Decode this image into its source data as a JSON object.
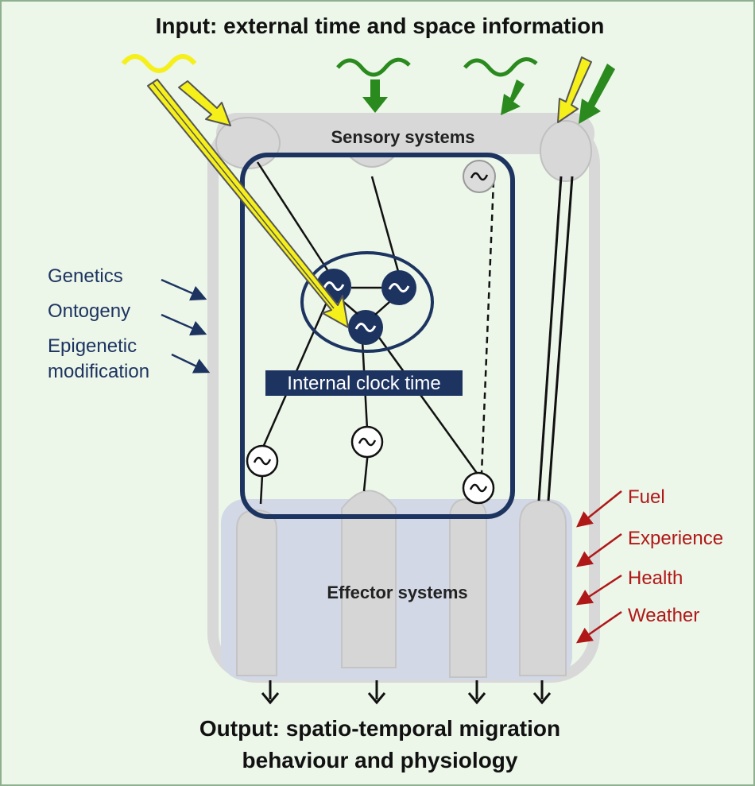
{
  "title_input": "Input: external time and space information",
  "title_output_line1": "Output: spatio-temporal migration",
  "title_output_line2": "behaviour and physiology",
  "sensory_label": "Sensory systems",
  "effector_label": "Effector systems",
  "clock_label": "Internal clock time",
  "left_factors": [
    "Genetics",
    "Ontogeny",
    "Epigenetic",
    "modification"
  ],
  "right_factors": [
    "Fuel",
    "Experience",
    "Health",
    "Weather"
  ],
  "colors": {
    "background": "#ecf6e9",
    "navy": "#1d3461",
    "yellow": "#f5ef1a",
    "green": "#2a8a1e",
    "red": "#b01818",
    "gray": "#d8d8d8",
    "effector": "#d2d8e6"
  }
}
